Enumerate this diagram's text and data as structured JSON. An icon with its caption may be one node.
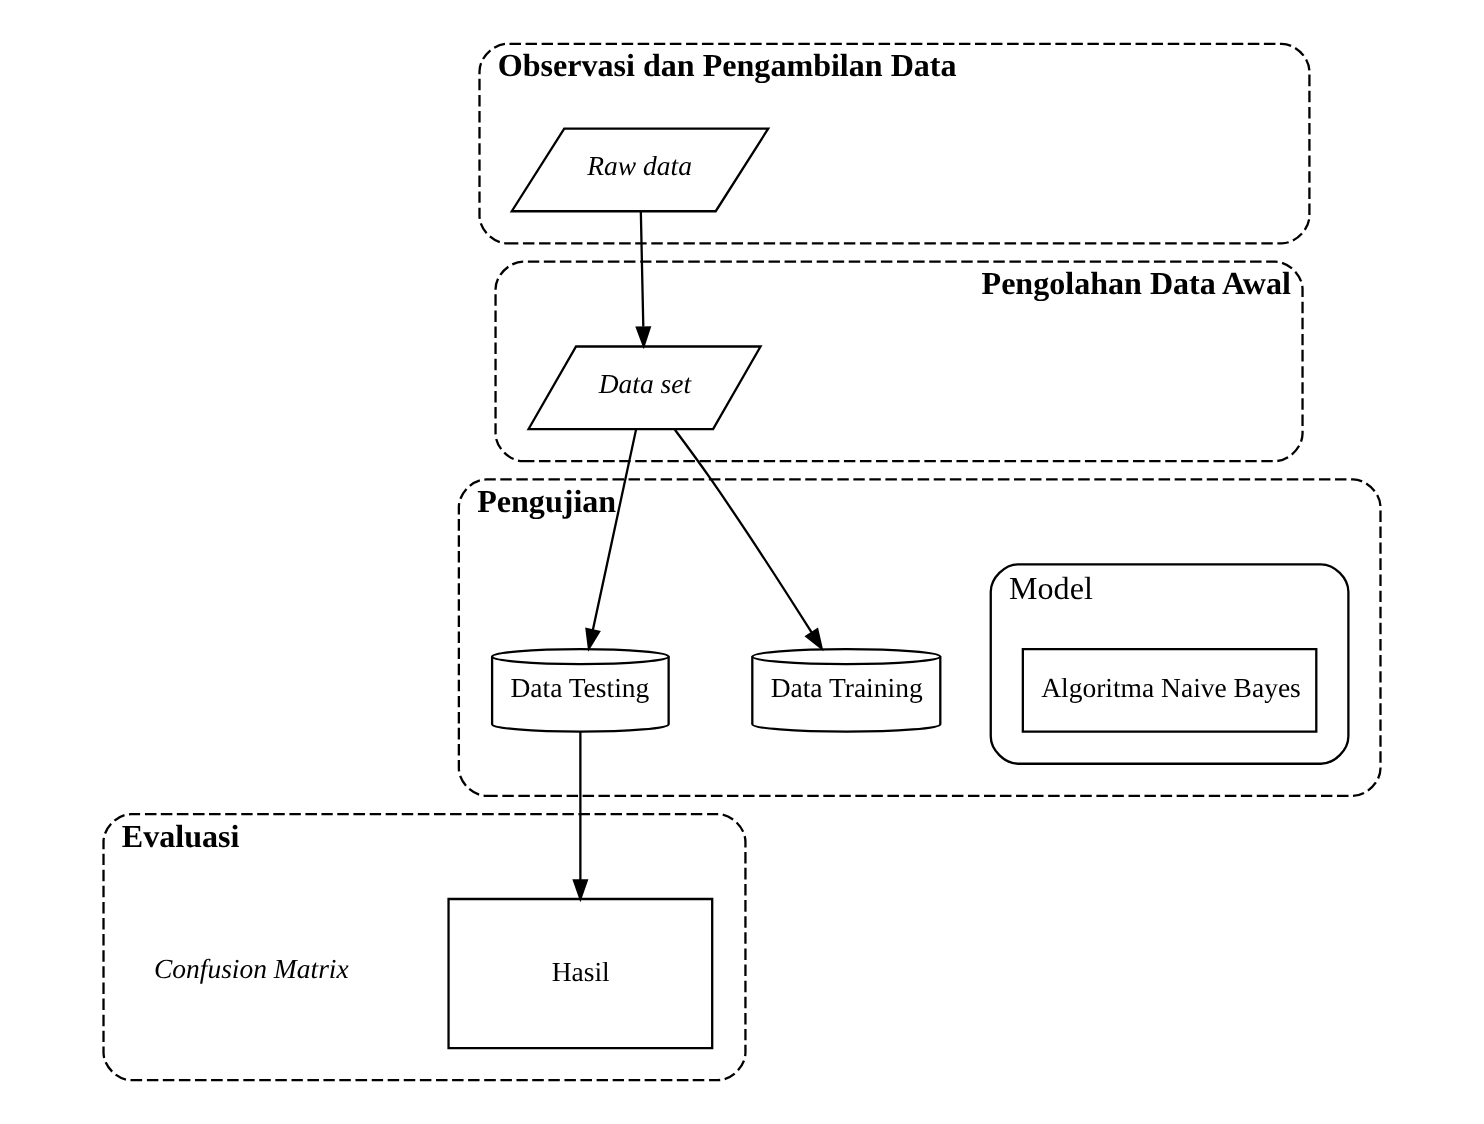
{
  "diagram": {
    "nodes": [
      {
        "text": [
          "Observasi dan Pengambilan Data"
        ]
      },
      {
        "text": [
          "Raw data"
        ],
        "in": 0
      },
      {
        "text": [
          "Pengolahan Data Awal"
        ]
      },
      {
        "text": [
          "Data set"
        ],
        "in": 2
      },
      {
        "text": [
          "Pengujian"
        ]
      },
      {
        "text": [
          "Model"
        ],
        "in": 4
      },
      {
        "text": [
          "Algoritma Naive Bayes"
        ],
        "in": 5
      },
      {
        "text": [
          "Data Training"
        ],
        "in": 4
      },
      {
        "text": [
          "Data Testing"
        ],
        "in": 4
      },
      {
        "text": [
          "Evaluasi"
        ]
      },
      {
        "text": [
          "Hasil"
        ],
        "in": 9
      }
    ],
    "edges": [
      {
        "from": 1,
        "to": 3,
        "arrow": "to"
      },
      {
        "from": 3,
        "to": 7,
        "arrow": "to"
      },
      {
        "from": 3,
        "to": 8,
        "arrow": "to"
      },
      {
        "from": 8,
        "to": 10,
        "arrow": "to"
      }
    ],
    "labels": [
      "Confusion Matrix"
    ]
  }
}
